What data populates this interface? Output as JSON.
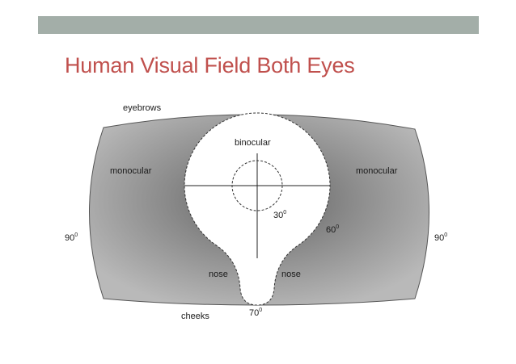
{
  "slide": {
    "title": "Human Visual Field Both Eyes",
    "accent_bar_color": "#a3aea8",
    "title_color": "#c0504d"
  },
  "diagram": {
    "labels": {
      "eyebrows": "eyebrows",
      "binocular": "binocular",
      "monocular_left": "monocular",
      "monocular_right": "monocular",
      "nose_left": "nose",
      "nose_right": "nose",
      "cheeks": "cheeks"
    },
    "angles": {
      "inner_circle": "30",
      "diagonal": "60",
      "left_edge": "90",
      "right_edge": "90",
      "bottom": "70",
      "degree_mark": "0"
    }
  }
}
